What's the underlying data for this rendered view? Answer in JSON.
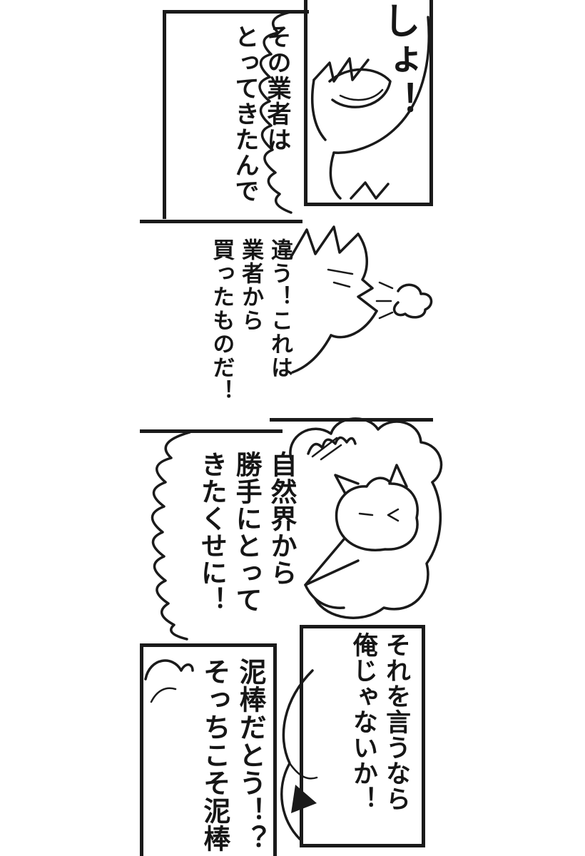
{
  "comic": {
    "panel1": {
      "bubble": [
        "その業者は",
        "とってきたんで"
      ],
      "shout": "しょ！"
    },
    "panel2": {
      "bubble": [
        "違う！これは",
        "業者から",
        "買ったものだ！"
      ]
    },
    "panel3": {
      "bubble": [
        "自然界から",
        "勝手にとって",
        "きたくせに！"
      ]
    },
    "panel4": {
      "right_bubble": [
        "それを言うなら",
        "俺じゃないか！"
      ],
      "left_bubble": [
        "泥棒だとう！？",
        "そっちこそ泥棒"
      ]
    },
    "colors": {
      "ink": "#1a1a1a",
      "paper": "#ffffff"
    }
  }
}
